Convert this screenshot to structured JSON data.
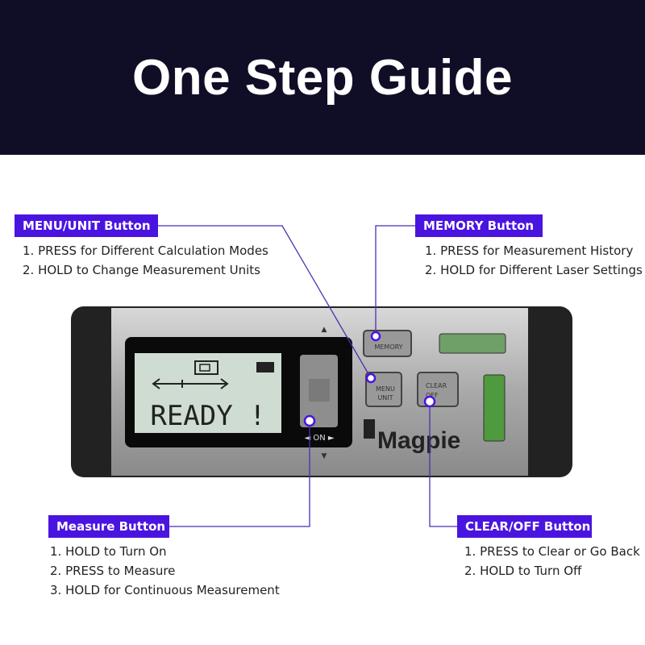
{
  "title": "One Step Guide",
  "callouts": {
    "menu_unit": {
      "label": "MENU/UNIT Button",
      "items": [
        "1. PRESS for Different Calculation Modes",
        "2. HOLD to Change Measurement Units"
      ]
    },
    "memory": {
      "label": "MEMORY Button",
      "items": [
        "1. PRESS for Measurement History",
        "2. HOLD for Different Laser Settings"
      ]
    },
    "measure": {
      "label": "Measure Button",
      "items": [
        "1. HOLD to Turn On",
        "2. PRESS to Measure",
        "3. HOLD for Continuous Measurement"
      ]
    },
    "clear_off": {
      "label": "CLEAR/OFF Button",
      "items": [
        "1. PRESS to Clear or Go Back",
        "2. HOLD to Turn Off"
      ]
    }
  },
  "device": {
    "display_text": "READY !",
    "on_label": "◄ ON ►",
    "memory_key": "MEMORY",
    "menu_key_1": "MENU",
    "menu_key_2": "UNIT",
    "clear_key_1": "CLEAR",
    "clear_key_2": "OFF",
    "brand": "Magpie"
  },
  "colors": {
    "header_bg": "#100d26",
    "accent": "#4a14e0"
  }
}
